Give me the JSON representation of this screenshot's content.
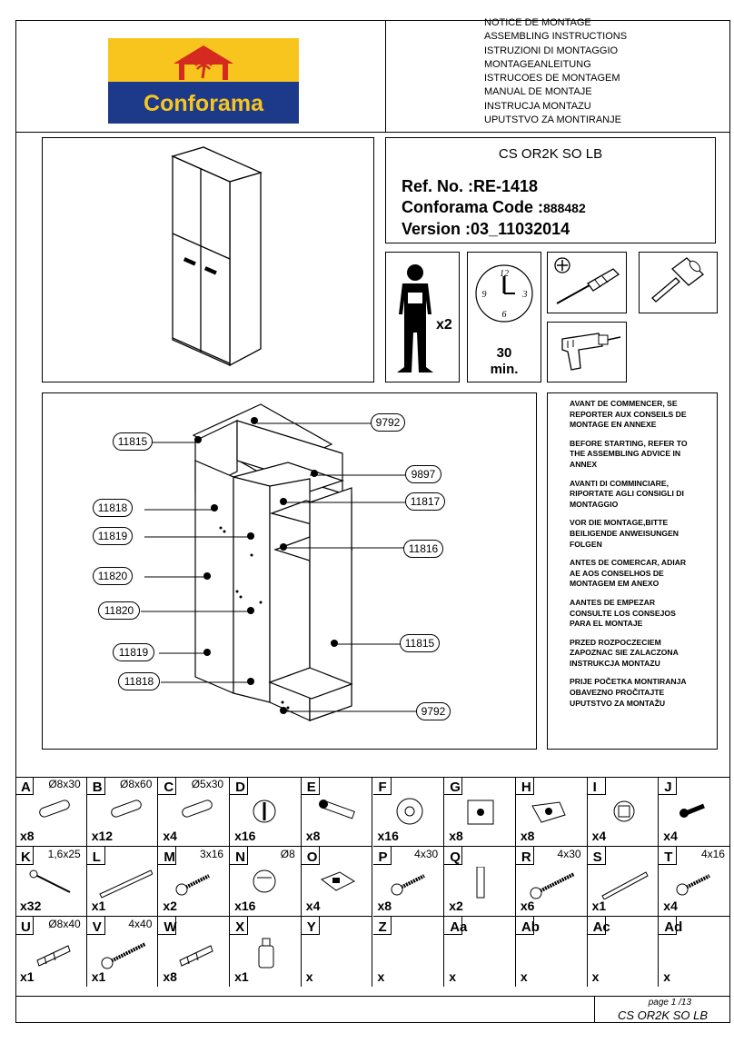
{
  "logo": {
    "text": "Conforama",
    "colors": {
      "yellow": "#F7C51E",
      "blue": "#1D3A8A",
      "red": "#D42A1F"
    }
  },
  "languages": [
    "NOTICE DE MONTAGE",
    "ASSEMBLING INSTRUCTIONS",
    "ISTRUZIONI DI MONTAGGIO",
    "MONTAGEANLEITUNG",
    "ISTRUCOES DE MONTAGEM",
    "MANUAL DE MONTAJE",
    "INSTRUCJA MONTAZU",
    "UPUTSTVO ZA MONTIRANJE"
  ],
  "product": {
    "name": "CS OR2K SO LB",
    "ref_label": "Ref. No. :",
    "ref_value": "RE-1418",
    "code_label": "Conforama Code :",
    "code_value": "888482",
    "version_label": "Version :",
    "version_value": "03_11032014"
  },
  "requirements": {
    "persons": "x2",
    "time_value": "30",
    "time_unit": "min.",
    "clock_numbers": [
      "12",
      "3",
      "6",
      "9"
    ]
  },
  "notice": [
    "AVANT DE COMMENCER, SE REPORTER AUX CONSEILS DE MONTAGE EN ANNEXE",
    "BEFORE STARTING, REFER TO THE ASSEMBLING ADVICE IN ANNEX",
    "AVANTI DI COMMINCIARE, RIPORTATE AGLI CONSIGLI DI MONTAGGIO",
    "VOR DIE MONTAGE,BITTE BEILIGENDE ANWEISUNGEN FOLGEN",
    "ANTES DE COMERCAR, ADIAR AE AOS CONSELHOS DE MONTAGEM EM ANEXO",
    "AANTES DE EMPEZAR CONSULTE LOS CONSEJOS PARA EL MONTAJE",
    "PRZED ROZPOCZECIEM ZAPOZNAC SIE ZALACZONA INSTRUKCJA MONTAZU",
    "PRIJE POČETKA MONTIRANJA OBAVEZNO PROČITAJTE UPUTSTVO ZA MONTAŽU"
  ],
  "parts": [
    {
      "label": "9792"
    },
    {
      "label": "11815"
    },
    {
      "label": "9897"
    },
    {
      "label": "11818"
    },
    {
      "label": "11817"
    },
    {
      "label": "11819"
    },
    {
      "label": "11816"
    },
    {
      "label": "11820"
    },
    {
      "label": "11820"
    },
    {
      "label": "11815"
    },
    {
      "label": "11819"
    },
    {
      "label": "11818"
    },
    {
      "label": "9792"
    }
  ],
  "hardware": [
    {
      "letter": "A",
      "spec": "Ø8x30",
      "qty": "x8",
      "icon": "dowel-icon"
    },
    {
      "letter": "B",
      "spec": "Ø8x60",
      "qty": "x12",
      "icon": "dowel-icon"
    },
    {
      "letter": "C",
      "spec": "Ø5x30",
      "qty": "x4",
      "icon": "dowel-icon"
    },
    {
      "letter": "D",
      "spec": "",
      "qty": "x16",
      "icon": "cam-lock-icon"
    },
    {
      "letter": "E",
      "spec": "",
      "qty": "x8",
      "icon": "cam-bolt-icon"
    },
    {
      "letter": "F",
      "spec": "",
      "qty": "x16",
      "icon": "washer-icon"
    },
    {
      "letter": "G",
      "spec": "",
      "qty": "x8",
      "icon": "hinge-plate-icon"
    },
    {
      "letter": "H",
      "spec": "",
      "qty": "x8",
      "icon": "hinge-icon"
    },
    {
      "letter": "I",
      "spec": "",
      "qty": "x4",
      "icon": "connector-icon"
    },
    {
      "letter": "J",
      "spec": "",
      "qty": "x4",
      "icon": "screw-short-icon"
    },
    {
      "letter": "K",
      "spec": "1,6x25",
      "qty": "x32",
      "icon": "nail-icon"
    },
    {
      "letter": "L",
      "spec": "",
      "qty": "x1",
      "icon": "rail-icon"
    },
    {
      "letter": "M",
      "spec": "3x16",
      "qty": "x2",
      "icon": "screw-icon"
    },
    {
      "letter": "N",
      "spec": "Ø8",
      "qty": "x16",
      "icon": "cap-icon"
    },
    {
      "letter": "O",
      "spec": "",
      "qty": "x4",
      "icon": "bracket-icon"
    },
    {
      "letter": "P",
      "spec": "4x30",
      "qty": "x8",
      "icon": "screw-icon"
    },
    {
      "letter": "Q",
      "spec": "",
      "qty": "x2",
      "icon": "strip-icon"
    },
    {
      "letter": "R",
      "spec": "4x30",
      "qty": "x6",
      "icon": "screw-long-icon"
    },
    {
      "letter": "S",
      "spec": "",
      "qty": "x1",
      "icon": "strap-icon"
    },
    {
      "letter": "T",
      "spec": "4x16",
      "qty": "x4",
      "icon": "screw-icon"
    },
    {
      "letter": "U",
      "spec": "Ø8x40",
      "qty": "x1",
      "icon": "wall-plug-icon"
    },
    {
      "letter": "V",
      "spec": "4x40",
      "qty": "x1",
      "icon": "screw-long-icon"
    },
    {
      "letter": "W",
      "spec": "",
      "qty": "x8",
      "icon": "wall-plug-icon"
    },
    {
      "letter": "X",
      "spec": "",
      "qty": "x1",
      "icon": "glue-icon"
    },
    {
      "letter": "Y",
      "spec": "",
      "qty": "x",
      "icon": ""
    },
    {
      "letter": "Z",
      "spec": "",
      "qty": "x",
      "icon": ""
    },
    {
      "letter": "Aa",
      "spec": "",
      "qty": "x",
      "icon": ""
    },
    {
      "letter": "Ab",
      "spec": "",
      "qty": "x",
      "icon": ""
    },
    {
      "letter": "Ac",
      "spec": "",
      "qty": "x",
      "icon": ""
    },
    {
      "letter": "Ad",
      "spec": "",
      "qty": "x",
      "icon": ""
    }
  ],
  "footer": {
    "page": "page 1 /13",
    "name": "CS OR2K SO LB"
  }
}
